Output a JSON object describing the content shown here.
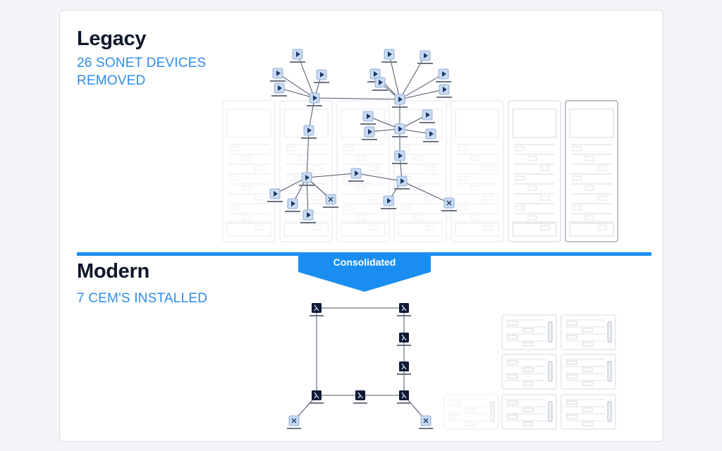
{
  "legacy": {
    "title": "Legacy",
    "subtitle": "26 SONET DEVICES REMOVED"
  },
  "modern": {
    "title": "Modern",
    "subtitle": "7 CEM'S INSTALLED"
  },
  "banner": {
    "label": "Consolidated"
  },
  "colors": {
    "accent": "#1a8ef0",
    "subtitle": "#2f8de4",
    "heading": "#0f172a",
    "legacy_node": "#c9dbf3",
    "modern_node": "#0f1b33",
    "rack_line": "#d4d9e0"
  },
  "icons": {
    "legacy_node": "play-triangle-icon",
    "legacy_switch": "cross-arrows-icon",
    "modern_node": "lambda-icon",
    "modern_switch": "cross-arrows-icon"
  }
}
